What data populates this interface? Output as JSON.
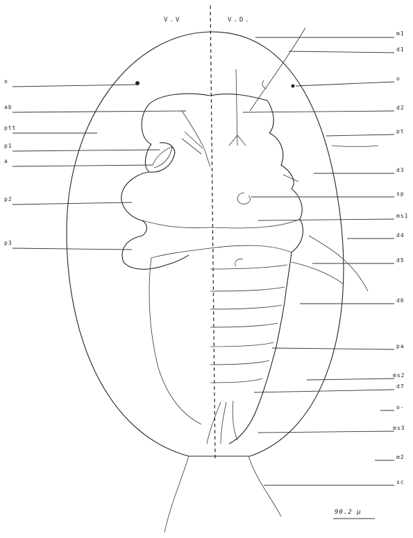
{
  "figure": {
    "view_left": "V.V",
    "view_right": "V.D.",
    "scale_bar": "90.2 μ"
  },
  "labels_left": {
    "o": "o",
    "ab": "ab",
    "ptt": "ptt",
    "p1": "p1",
    "a": "a",
    "p2": "p2",
    "p3": "p3"
  },
  "labels_right": {
    "m1": "m1",
    "d1": "d1",
    "o": "o",
    "d2": "d2",
    "pt": "pt",
    "d3": "d3",
    "sp": "sp",
    "ms1": "ms1",
    "d4": "d4",
    "d5": "d5",
    "d6": "d6",
    "pa": "pa",
    "ms2": "ms2",
    "d7": "d7",
    "o_lower": "o-",
    "ms3": "ms3",
    "m2": "m2",
    "sc": "sc"
  }
}
